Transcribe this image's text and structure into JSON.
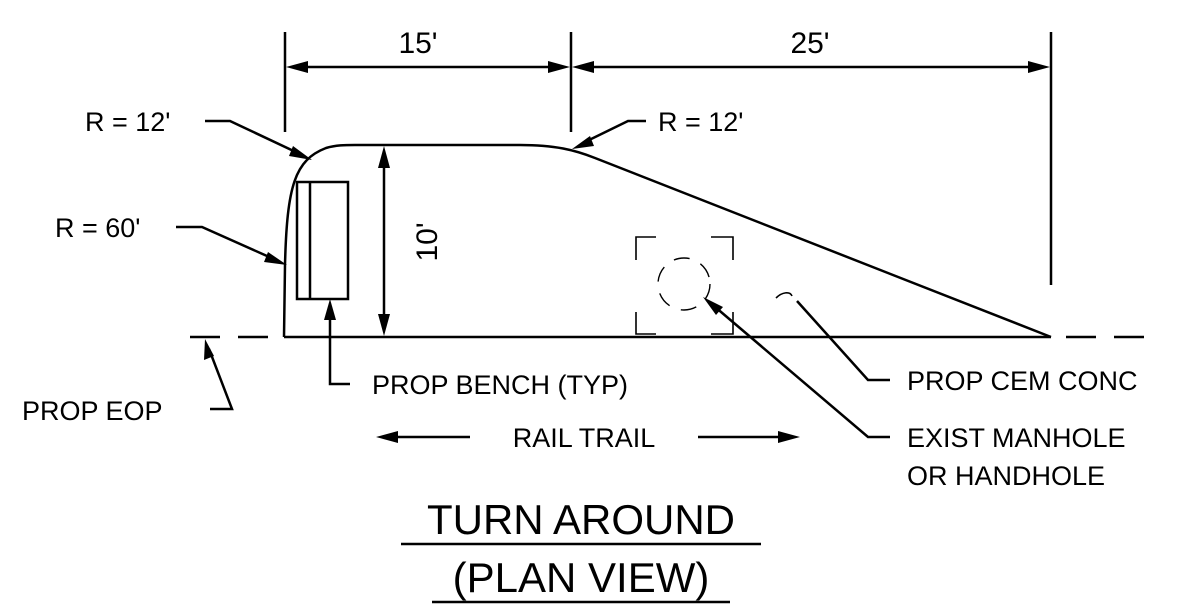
{
  "dimensions": {
    "width_15": "15'",
    "width_25": "25'",
    "depth_10": "10'"
  },
  "radius_labels": {
    "top_left": "R = 12'",
    "top_right": "R = 12'",
    "left_side": "R = 60'"
  },
  "callouts": {
    "prop_bench": "PROP BENCH (TYP)",
    "prop_eop": "PROP EOP",
    "prop_cem_conc": "PROP CEM CONC",
    "exist_manhole_line1": "EXIST MANHOLE",
    "exist_manhole_line2": "OR HANDHOLE",
    "rail_trail": "RAIL TRAIL"
  },
  "title": {
    "line1": "TURN AROUND",
    "line2": "(PLAN VIEW)"
  }
}
